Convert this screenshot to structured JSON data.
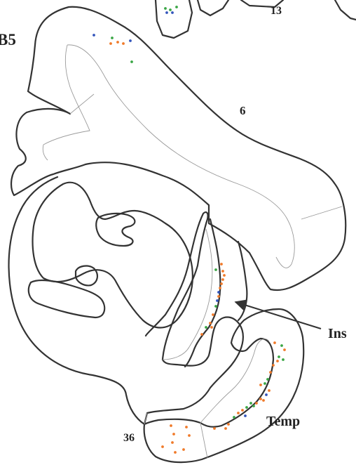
{
  "panel_label": "B5",
  "labels": {
    "area_6": "6",
    "area_13": "13",
    "insula": "Ins",
    "temporal": "Temp",
    "area_36": "36"
  },
  "colors": {
    "outline": "#333333",
    "boundary": "#9a9a9a",
    "dot_orange": "#f07a2a",
    "dot_green": "#3aa645",
    "dot_blue": "#3355bb"
  }
}
